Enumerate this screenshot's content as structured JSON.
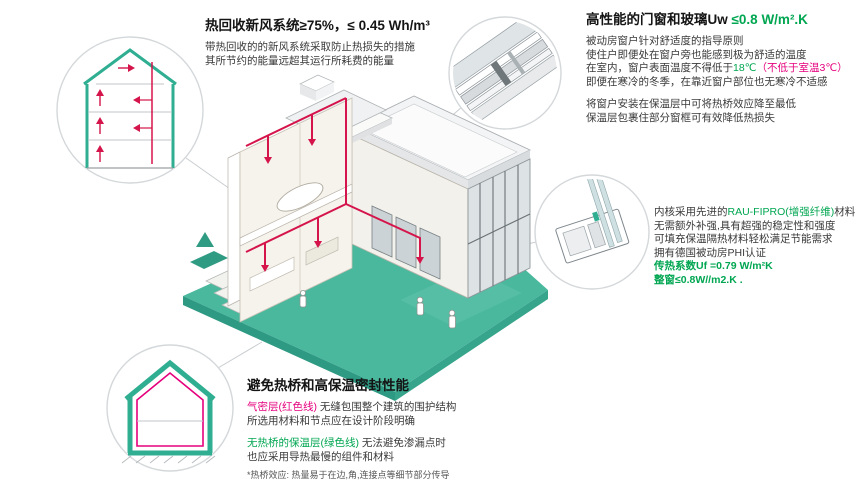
{
  "colors": {
    "platform_teal": "#49b89d",
    "drawing_green": "#2fae92",
    "text_green": "#00a651",
    "airtight_magenta": "#e5007d",
    "duct_red": "#d4144a"
  },
  "heat_recovery": {
    "title": "热回收新风系统≥75%，≤ 0.45 Wh/m³",
    "line1": "带热回收的的新风系统采取防止热损失的措施",
    "line2": "其所节约的能量远超其运行所耗费的能量"
  },
  "windows": {
    "title_prefix": "高性能的门窗和玻璃Uw ",
    "title_value": "≤0.8 W/m².K",
    "line1": "被动房窗户针对舒适度的指导原则",
    "line2": "使住户即便处在窗户旁也能感到极为舒适的温度",
    "line3_a": "在室内，窗户表面温度不得低于",
    "line3_b": "18℃",
    "line3_c": "（不低于室温3℃）",
    "line4": "即便在寒冷的冬季，在靠近窗户部位也无寒冷不适感",
    "line5": "将窗户安装在保温层中可将热桥效应降至最低",
    "line6": "保温层包裹住部分窗框可有效降低热损失"
  },
  "frame": {
    "line1_a": "内核采用先进的",
    "line1_b": "RAU-FIPRO(增强纤维)",
    "line1_c": "材料",
    "line2": "无需额外补强,具有超强的稳定性和强度",
    "line3": "可填充保温隔热材料轻松满足节能需求",
    "line4": "拥有德国被动房PHI认证",
    "line5": "传热系数Uf =0.79 W/m²K",
    "line6": "整窗≤0.8W//m2.K ."
  },
  "thermal": {
    "title": "避免热桥和高保温密封性能",
    "line1_a": "气密层(红色线)",
    "line1_b": " 无缝包围整个建筑的围护结构",
    "line2": "所选用材料和节点应在设计阶段明确",
    "line3_a": "无热桥的保温层(绿色线)",
    "line3_b": " 无法避免渗漏点时",
    "line4": "也应采用导热最慢的组件和材料",
    "note": "*热桥效应: 热量易于在边,角,连接点等细节部分传导"
  }
}
